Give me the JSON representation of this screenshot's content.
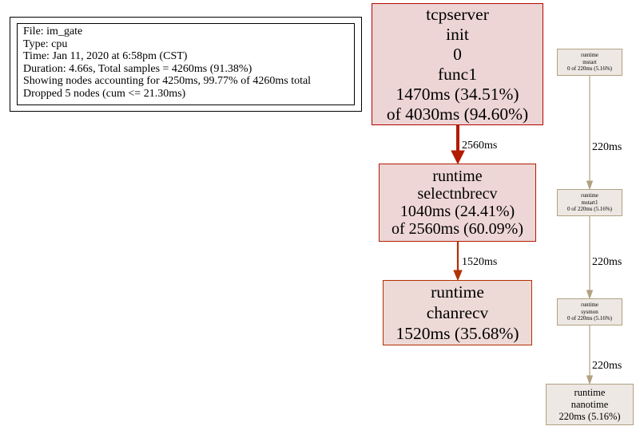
{
  "legend": {
    "lines": [
      "File: im_gate",
      "Type: cpu",
      "Time: Jan 11, 2020 at 6:58pm (CST)",
      "Duration: 4.66s, Total samples = 4260ms (91.38%)",
      "Showing nodes accounting for 4250ms, 99.77% of 4260ms total",
      "Dropped 5 nodes (cum <= 21.30ms)"
    ]
  },
  "nodes": {
    "tcpserver": {
      "lines": [
        "tcpserver",
        "init",
        "0",
        "func1",
        "1470ms (34.51%)",
        "of 4030ms (94.60%)"
      ]
    },
    "selectnbrecv": {
      "lines": [
        "runtime",
        "selectnbrecv",
        "1040ms (24.41%)",
        "of 2560ms (60.09%)"
      ]
    },
    "chanrecv": {
      "lines": [
        "runtime",
        "chanrecv",
        "1520ms (35.68%)"
      ]
    },
    "mstart": {
      "lines": [
        "runtime",
        "mstart",
        "0 of 220ms (5.16%)"
      ]
    },
    "mstart1": {
      "lines": [
        "runtime",
        "mstart1",
        "0 of 220ms (5.16%)"
      ]
    },
    "sysmon": {
      "lines": [
        "runtime",
        "sysmon",
        "0 of 220ms (5.16%)"
      ]
    },
    "nanotime": {
      "lines": [
        "runtime",
        "nanotime",
        "220ms (5.16%)"
      ]
    }
  },
  "edges": {
    "tcp_to_sel": {
      "label": "2560ms",
      "color": "#b21b00"
    },
    "sel_to_chan": {
      "label": "1520ms",
      "color": "#b23100"
    },
    "mstart_to_mstart1": {
      "label": "220ms",
      "color": "#b2a183"
    },
    "mstart1_to_sysmon": {
      "label": "220ms",
      "color": "#b2a183"
    },
    "sysmon_to_nano": {
      "label": "220ms",
      "color": "#b2a183"
    }
  }
}
